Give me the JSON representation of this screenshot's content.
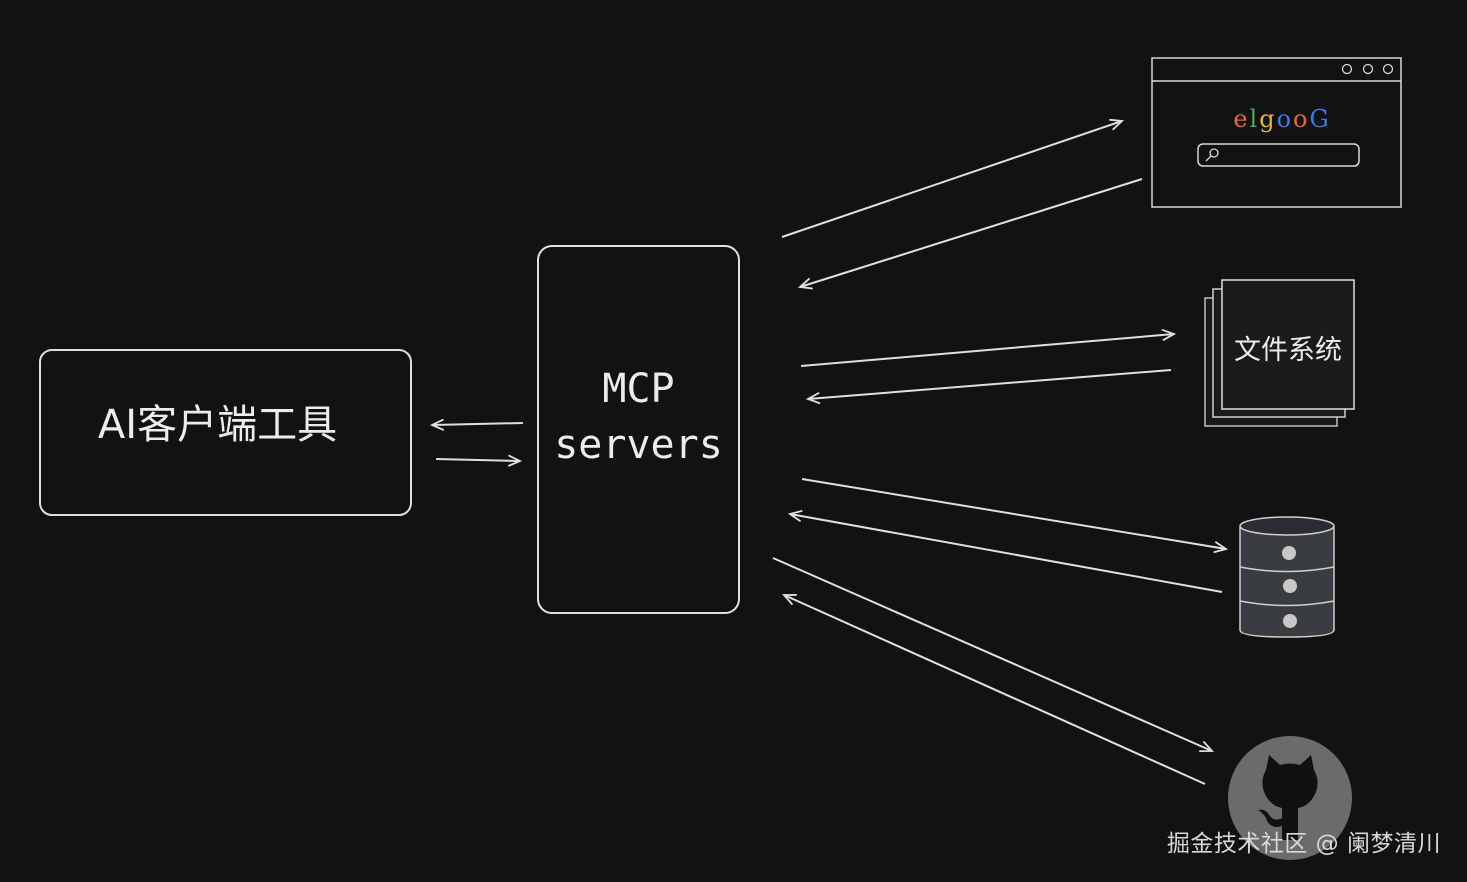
{
  "nodes": {
    "ai_client": {
      "label": "AI客户端工具"
    },
    "mcp_servers": {
      "line1": "MCP",
      "line2": "servers"
    },
    "browser": {
      "logo_letters": [
        "e",
        "l",
        "g",
        "o",
        "o",
        "G"
      ],
      "logo_colors": [
        "#e8663d",
        "#4dab5b",
        "#e8b23d",
        "#3d7be8",
        "#e8663d",
        "#3d7be8"
      ]
    },
    "filesystem": {
      "label": "文件系统"
    },
    "database": {},
    "github": {}
  },
  "watermark": "掘金技术社区 @ 阑梦清川",
  "colors": {
    "background": "#121212",
    "stroke": "#e0e0e0"
  }
}
